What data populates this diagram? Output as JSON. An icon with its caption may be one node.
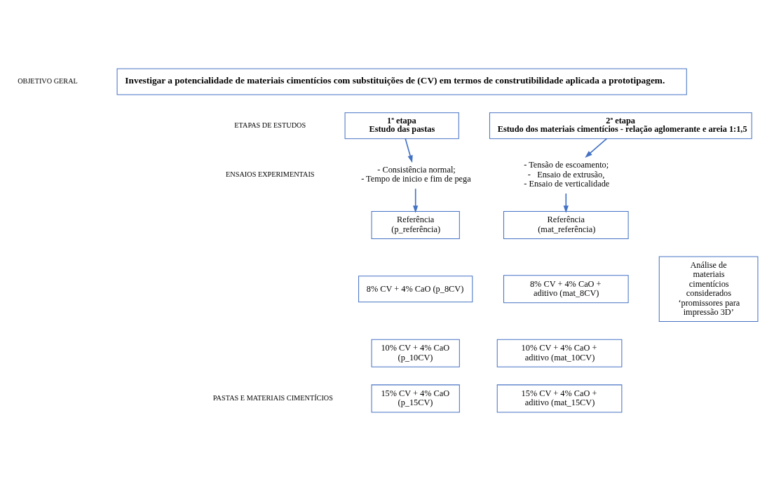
{
  "diagram": {
    "nodes": [
      {
        "text": [
          "Investigar a potencialidade de materiais cimentícios com substituições de (CV) em termos de construtibilidade aplicada a prototipagem."
        ]
      },
      {
        "text": [
          "1ª etapa",
          "Estudo das pastas"
        ]
      },
      {
        "text": [
          "2ª etapa",
          "Estudo dos materiais cimentícios - relação aglomerante e areia 1:1,5"
        ]
      },
      {
        "text": [
          "- Consistência normal;",
          "- Tempo de inicio e fim de pega"
        ]
      },
      {
        "text": [
          "- Tensão de escoamento;",
          "-   Ensaio de extrusão,",
          "- Ensaio de verticalidade"
        ]
      },
      {
        "text": [
          "Referência (p_referência)"
        ]
      },
      {
        "text": [
          "8% CV + 4% CaO (p_8CV)"
        ]
      },
      {
        "text": [
          "10% CV + 4% CaO (p_10CV)"
        ]
      },
      {
        "text": [
          "15% CV + 4% CaO (p_15CV)"
        ]
      },
      {
        "text": [
          "Referência (mat_referência)"
        ]
      },
      {
        "text": [
          "8% CV + 4% CaO + aditivo (mat_8CV)"
        ]
      },
      {
        "text": [
          "10% CV + 4% CaO + aditivo (mat_10CV)"
        ]
      },
      {
        "text": [
          "15% CV + 4% CaO + aditivo (mat_15CV)"
        ]
      },
      {
        "text": [
          "Análise de materiais cimentícios considerados ‘promissores para impressão 3D’"
        ]
      }
    ],
    "edges": [
      {
        "from": 1,
        "to": 3,
        "arrow": "to"
      },
      {
        "from": 3,
        "to": 5,
        "arrow": "to"
      },
      {
        "from": 2,
        "to": 4,
        "arrow": "to"
      },
      {
        "from": 4,
        "to": 9,
        "arrow": "to"
      }
    ],
    "labels": [
      "OBJETIVO GERAL",
      "ETAPAS DE ESTUDOS",
      "ENSAIOS EXPERIMENTAIS",
      "PASTAS E MATERIAIS CIMENTÍCIOS"
    ]
  }
}
